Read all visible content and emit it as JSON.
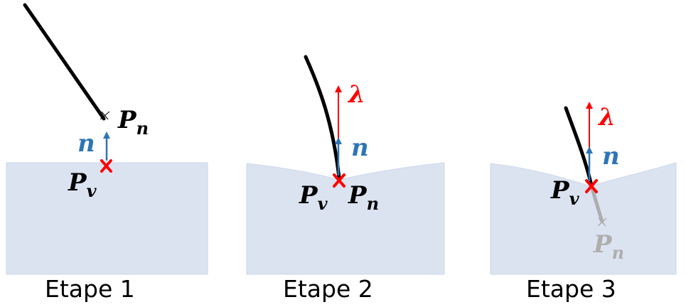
{
  "colors": {
    "surface": "#dbe3f1",
    "surface_edge": "#cdd7ea",
    "needle": "#000000",
    "normal_vector": "#2e75b6",
    "lambda_vector": "#ff0000",
    "marker": "#ff0000",
    "ghost": "#aeaeae"
  },
  "symbols": {
    "p": "P",
    "n_sub": "n",
    "v_sub": "v",
    "normal": "n",
    "lambda": "λ"
  },
  "steps": [
    {
      "caption": "Etape 1"
    },
    {
      "caption": "Etape 2"
    },
    {
      "caption": "Etape 3"
    }
  ]
}
